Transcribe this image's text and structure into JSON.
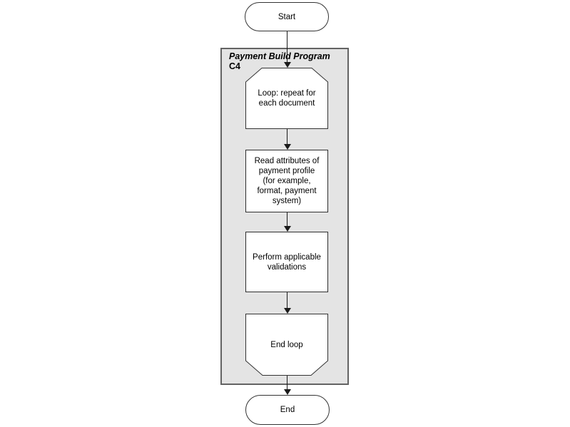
{
  "flowchart": {
    "start": {
      "label": "Start"
    },
    "end": {
      "label": "End"
    },
    "container": {
      "title": "Payment Build Program",
      "subtitle": "C4"
    },
    "nodes": {
      "loop_start": {
        "type": "loop-limit",
        "label": "Loop: repeat for\neach document"
      },
      "read_attributes": {
        "type": "process",
        "label": "Read attributes of\npayment profile\n(for example,\nformat, payment\nsystem)"
      },
      "perform_validations": {
        "type": "process",
        "label": "Perform applicable\nvalidations"
      },
      "loop_end": {
        "type": "loop-limit-end",
        "label": "End loop"
      }
    },
    "colors": {
      "background": "#ffffff",
      "container_fill": "#e4e4e4",
      "container_border": "#636363",
      "node_fill": "#ffffff",
      "node_border": "#333333",
      "arrow": "#1a1a1a",
      "text": "#000000"
    }
  }
}
